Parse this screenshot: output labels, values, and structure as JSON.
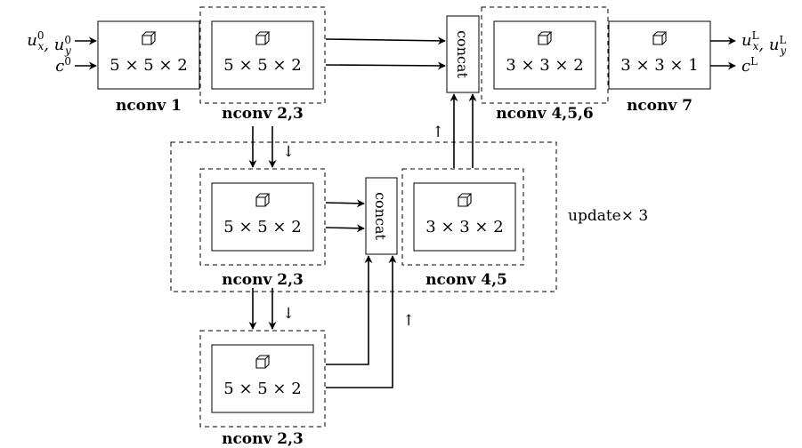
{
  "inputs": {
    "u0": "u_x^0, u_y^0",
    "c0": "c^0"
  },
  "outputs": {
    "uL": "u_x^L, u_y^L",
    "cL": "c^L"
  },
  "blocks": {
    "nconv1": {
      "kernel": "5 × 5 × 2",
      "label": "nconv 1"
    },
    "nconv23_top": {
      "kernel": "5 × 5 × 2",
      "label": "nconv 2,3"
    },
    "nconv456": {
      "kernel": "3 × 3 × 2",
      "label": "nconv 4,5,6"
    },
    "nconv7": {
      "kernel": "3 × 3 × 1",
      "label": "nconv 7"
    },
    "nconv23_mid": {
      "kernel": "5 × 5 × 2",
      "label": "nconv 2,3"
    },
    "nconv45": {
      "kernel": "3 × 3 × 2",
      "label": "nconv 4,5"
    },
    "nconv23_bot": {
      "kernel": "5 × 5 × 2",
      "label": "nconv 2,3"
    }
  },
  "concat_label": "concat",
  "update_label": "update× 3",
  "arrows": {
    "up": "↑",
    "down": "↓"
  }
}
